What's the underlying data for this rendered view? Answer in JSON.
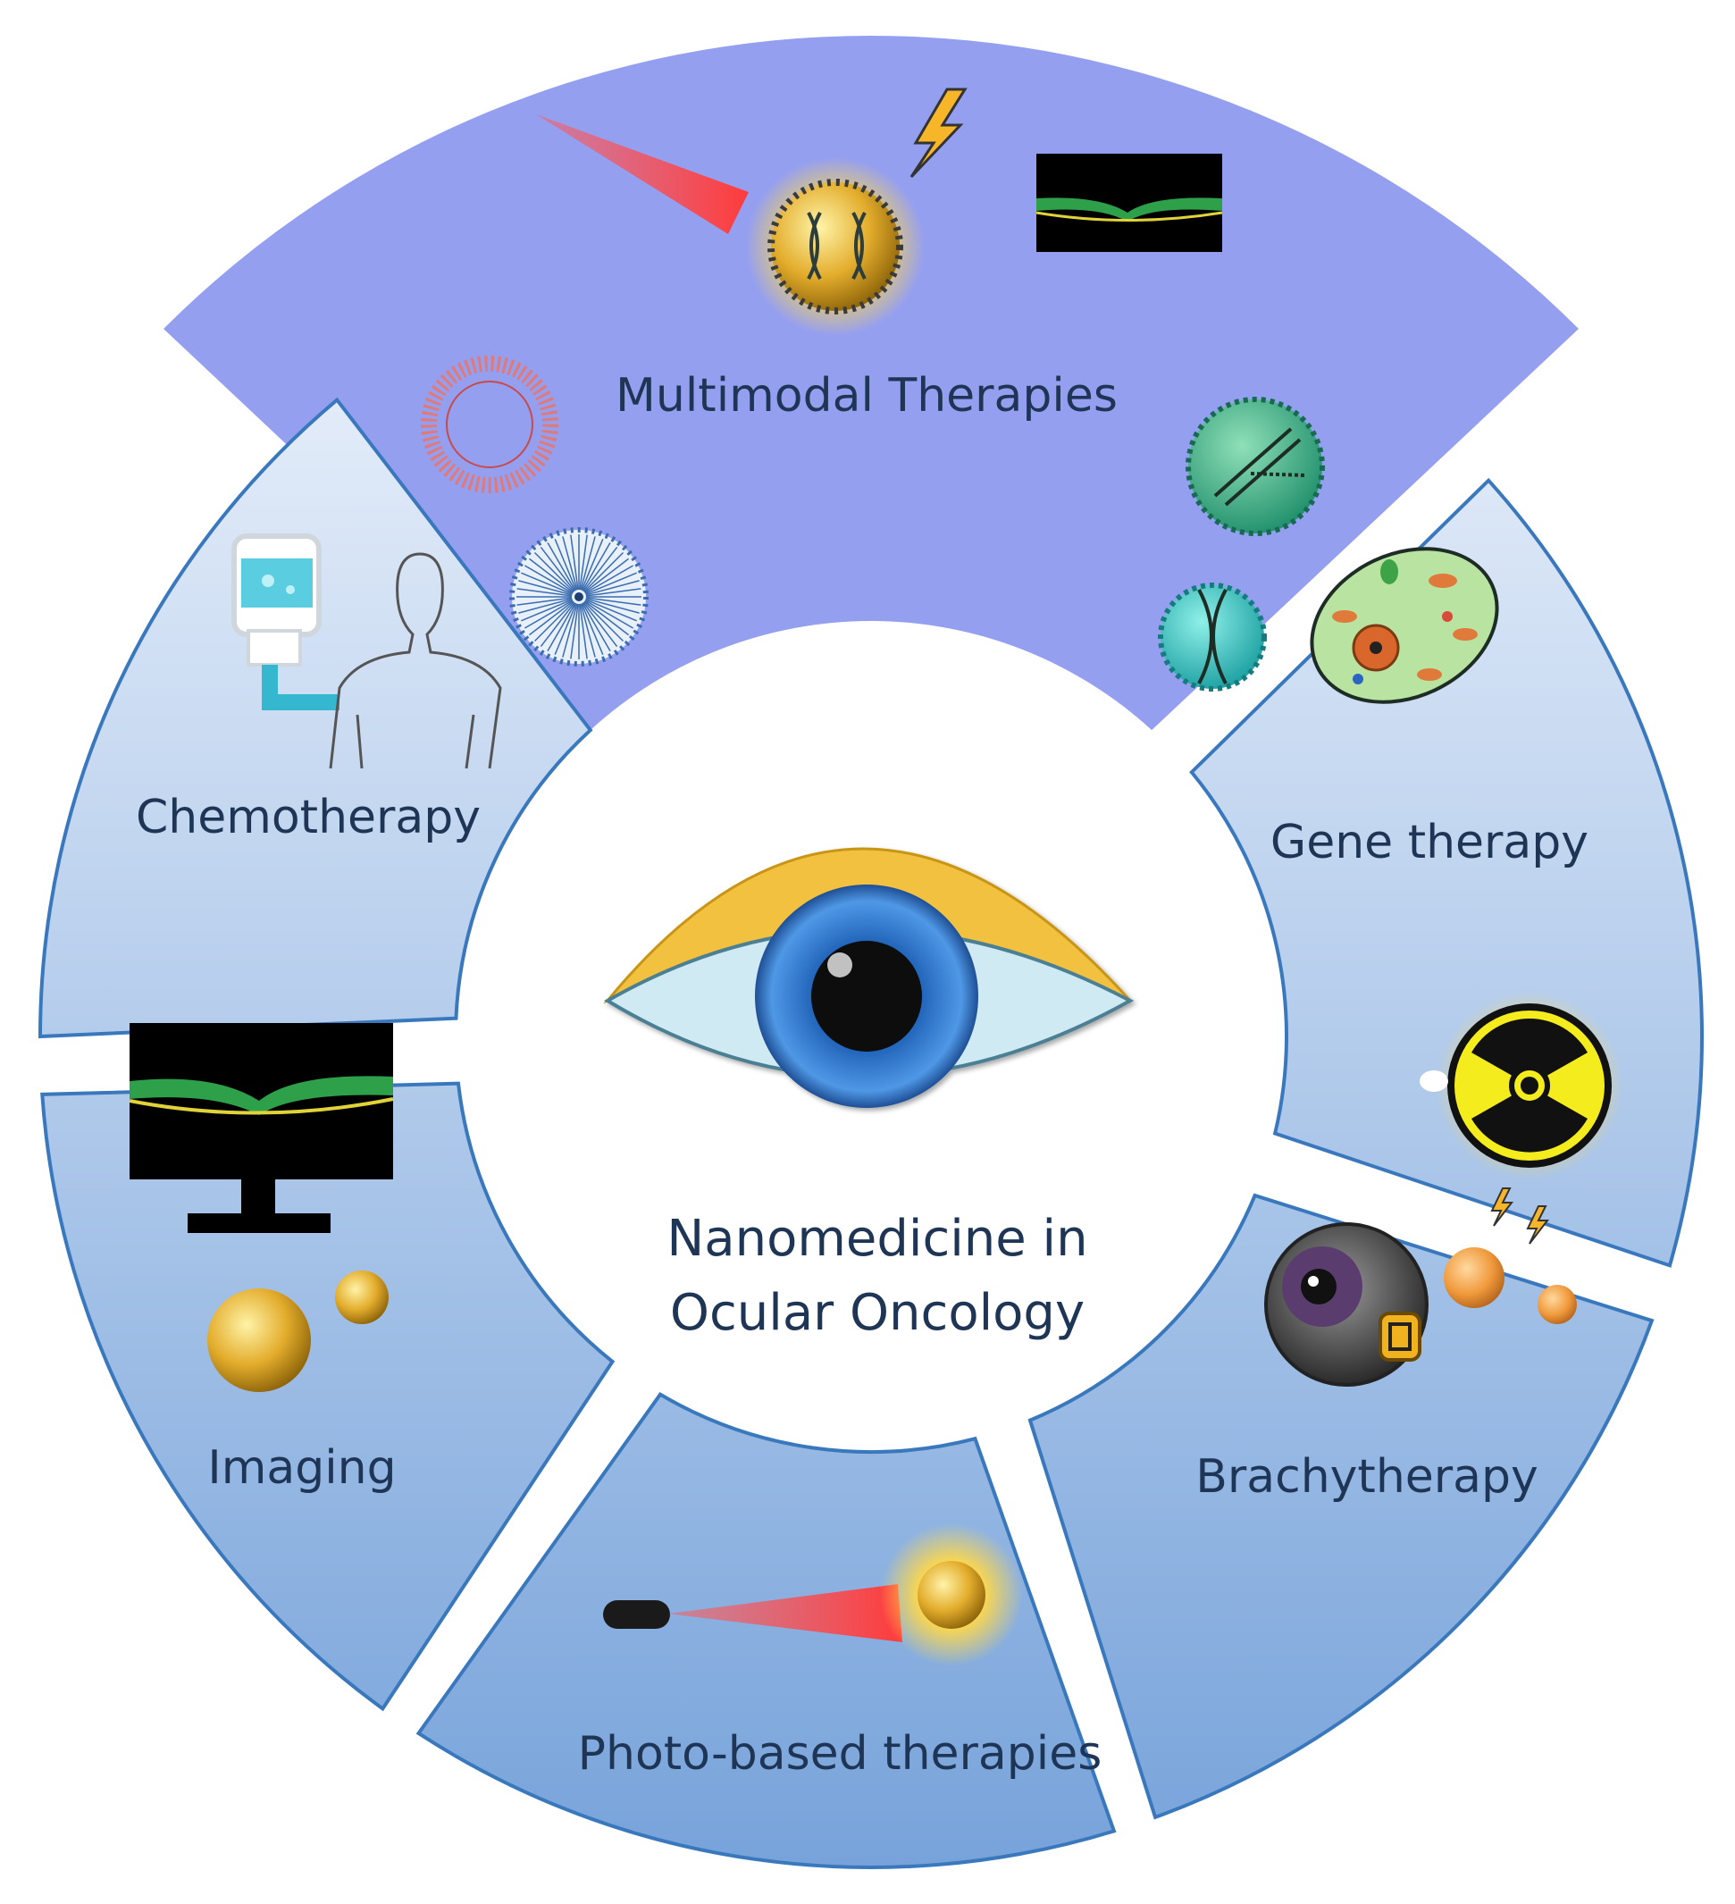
{
  "center": {
    "line1": "Nanomedicine in",
    "line2": "Ocular Oncology"
  },
  "segments": [
    {
      "id": "multimodal",
      "label": "Multimodal Therapies",
      "icons": [
        "laser-beam-icon",
        "lightning-icon",
        "nanoparticle-dna-icon",
        "oct-scan-icon"
      ]
    },
    {
      "id": "gene",
      "label": "Gene therapy",
      "icons": [
        "dna-nanoparticle-large-icon",
        "dna-nanoparticle-small-icon",
        "cell-icon"
      ]
    },
    {
      "id": "brachy",
      "label": "Brachytherapy",
      "icons": [
        "radiation-icon",
        "lightning-icon",
        "eyeball-plaque-icon",
        "gold-particle-icon"
      ]
    },
    {
      "id": "photo",
      "label": "Photo-based therapies",
      "icons": [
        "laser-probe-icon",
        "glowing-particle-icon"
      ]
    },
    {
      "id": "imaging",
      "label": "Imaging",
      "icons": [
        "monitor-oct-icon",
        "gold-sphere-icon"
      ]
    },
    {
      "id": "chemo",
      "label": "Chemotherapy",
      "icons": [
        "liposome-icon",
        "micelle-icon",
        "iv-bag-icon",
        "human-body-icon"
      ]
    }
  ],
  "colors": {
    "multimodal_fill": "#959ff0",
    "segment_fill_top": "#e6effa",
    "segment_fill_bottom": "#7aa6dc",
    "segment_stroke": "#3a78bd",
    "eye_lid": "#f3c13f",
    "eye_white": "#cfeaf2",
    "iris": "#2a6fc2",
    "label_text": "#1f3556"
  }
}
